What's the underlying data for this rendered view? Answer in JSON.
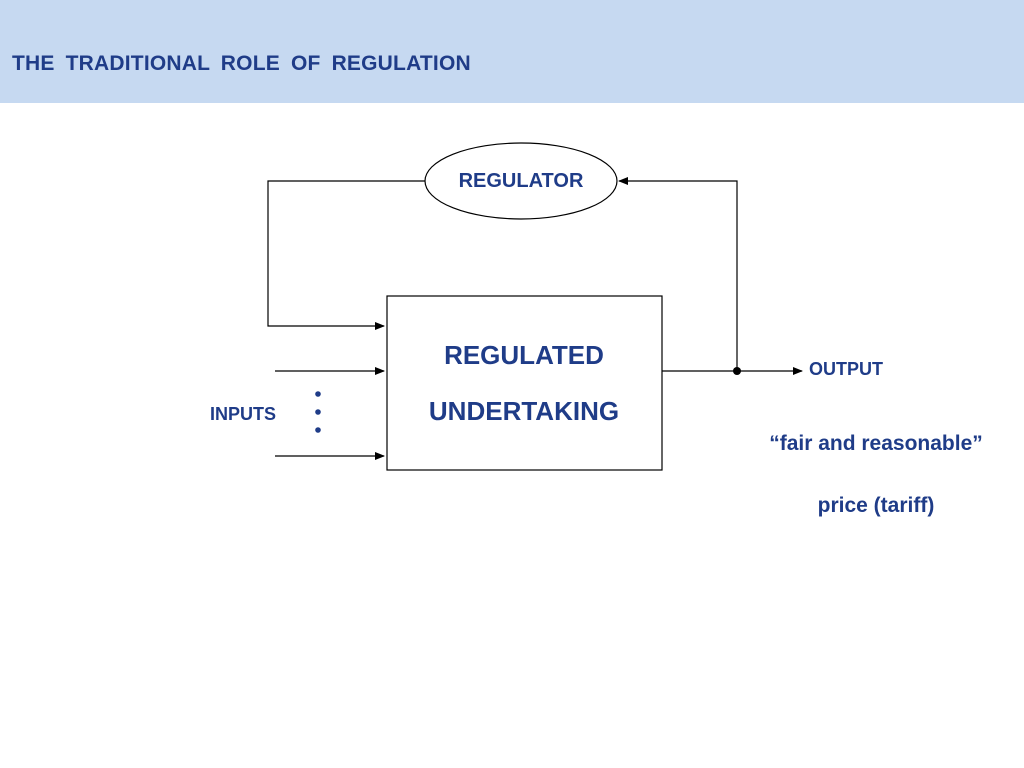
{
  "slide": {
    "title": "THE  TRADITIONAL  ROLE  OF  REGULATION"
  },
  "diagram": {
    "regulator_label": "REGULATOR",
    "undertaking_line1": "REGULATED",
    "undertaking_line2": "UNDERTAKING",
    "inputs_label": "INPUTS",
    "output_label": "OUTPUT",
    "output_note_line1": "“fair and reasonable”",
    "output_note_line2": "price (tariff)"
  },
  "colors": {
    "title_bar_bg": "#c6d9f1",
    "text_accent": "#1f3c88",
    "line": "#000000"
  }
}
